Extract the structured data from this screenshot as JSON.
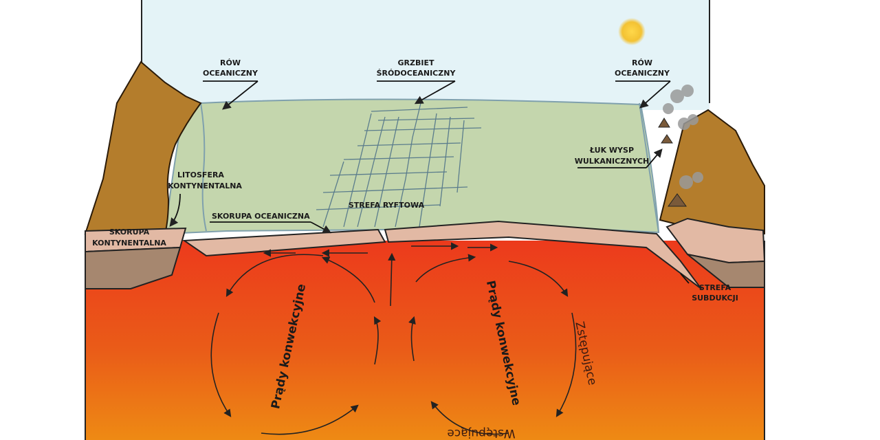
{
  "labels": {
    "trench_left": [
      "RÓW",
      "OCEANICZNY"
    ],
    "ridge": [
      "GRZBIET",
      "ŚRÓDOCEANICZNY"
    ],
    "trench_right": [
      "RÓW",
      "OCEANICZNY"
    ],
    "continental_lithosphere": [
      "LITOSFERA",
      "KONTYNENTALNA"
    ],
    "continental_crust": [
      "SKORUPA",
      "KONTYNENTALNA"
    ],
    "oceanic_crust": "SKORUPA OCEANICZNA",
    "rift_zone": "STREFA RYFTOWA",
    "volcanic_arc": [
      "ŁUK WYSP",
      "WULKANICZNYCH"
    ],
    "subduction_zone": [
      "STREFA",
      "SUBDUKCJI"
    ],
    "convection_left": "Prądy konwekcyjne",
    "convection_right": "Prądy konwekcyjne",
    "descending": "Zstępujące",
    "ascending": "Wstępujące"
  },
  "colors": {
    "sky": "#e4f3f7",
    "ocean_lithosphere": "#c4d6ad",
    "continent": "#b47d2c",
    "crust": "#e2b9a4",
    "lower_crust": "#a6876f",
    "mantle_top": "#ec3a1c",
    "mantle_bottom": "#ee8a14",
    "sun": "#f3c233"
  },
  "icons": [
    "sun-icon",
    "volcano-icon",
    "smoke-icon"
  ]
}
